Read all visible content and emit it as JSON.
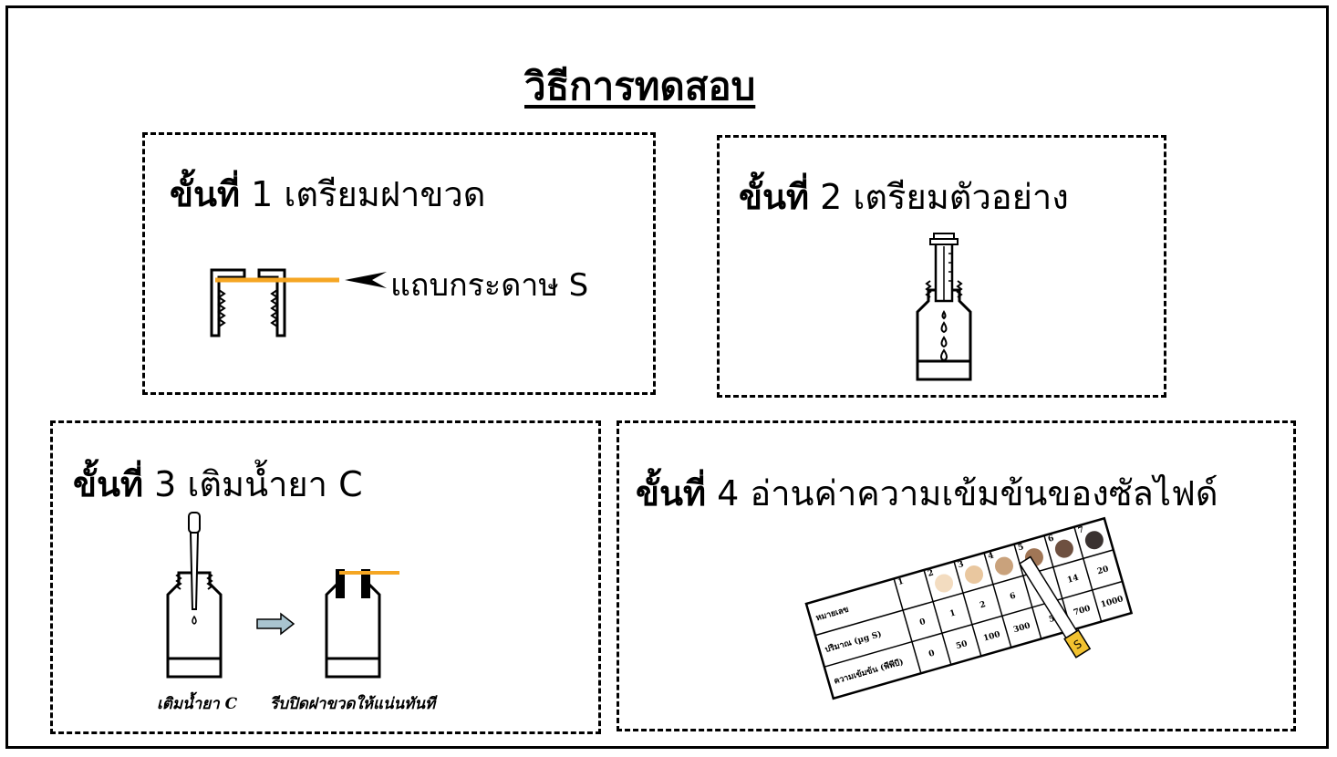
{
  "title": "วิธีการทดสอบ",
  "steps": [
    {
      "prefix": "ขั้นที่",
      "number": "1",
      "name": "เตรียมฝาขวด",
      "callout": "แถบกระดาษ S"
    },
    {
      "prefix": "ขั้นที่",
      "number": "2",
      "name": "เตรียมตัวอย่าง"
    },
    {
      "prefix": "ขั้นที่",
      "number": "3",
      "name": "เติมน้ำยา C",
      "caption_left": "เติมน้ำยา C",
      "caption_right": "รีบปิดฝาขวดให้แน่นทันที"
    },
    {
      "prefix": "ขั้นที่",
      "number": "4",
      "name": "อ่านค่าความเข้มข้นของซัลไฟด์"
    }
  ],
  "color_chart": {
    "row_labels": [
      "หมายเลข",
      "ปริมาณ (µg S)",
      "ความเข้มข้น (พีพีบี)"
    ],
    "numbers": [
      "1",
      "2",
      "3",
      "4",
      "5",
      "6",
      "7"
    ],
    "amounts": [
      "0",
      "1",
      "2",
      "6",
      "",
      "14",
      "20"
    ],
    "concentrations": [
      "0",
      "50",
      "100",
      "300",
      "5",
      "700",
      "1000"
    ],
    "swatch_colors": [
      "#ffffff",
      "#f3dcc0",
      "#e9c79f",
      "#c9a27c",
      "#a07656",
      "#6e5040",
      "#3a3230"
    ],
    "strip_letter": "S"
  },
  "colors": {
    "orange_strip": "#f5a623",
    "strip_tip": "#f2c230",
    "arrow_fill": "#a9c4cf"
  }
}
